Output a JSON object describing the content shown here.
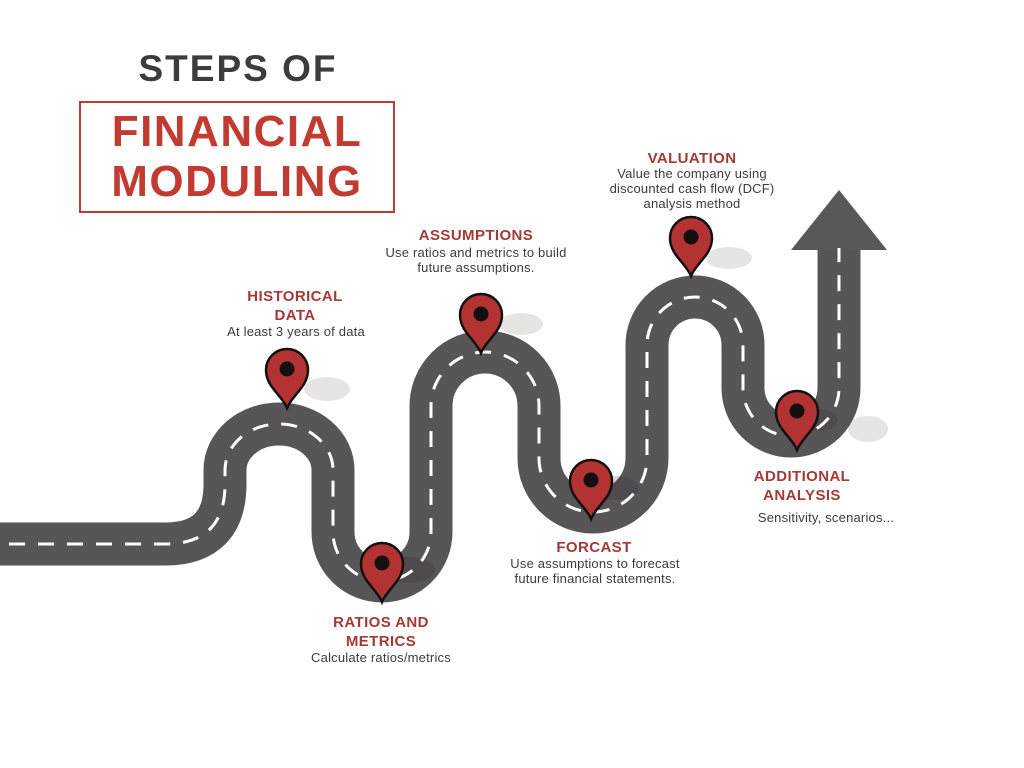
{
  "title": {
    "kicker": "STEPS OF",
    "line1": "FINANCIAL",
    "line2": "MODULING"
  },
  "steps": [
    {
      "id": "historical-data",
      "title": "HISTORICAL DATA",
      "description": "At least 3 years of data"
    },
    {
      "id": "ratios-and-metrics",
      "title": "RATIOS AND METRICS",
      "description": "Calculate ratios/metrics"
    },
    {
      "id": "assumptions",
      "title": "ASSUMPTIONS",
      "description": "Use ratios and metrics to build future assumptions."
    },
    {
      "id": "forcast",
      "title": "FORCAST",
      "description": "Use assumptions to forecast future financial statements."
    },
    {
      "id": "valuation",
      "title": "VALUATION",
      "description": "Value the company using discounted cash flow (DCF) analysis method"
    },
    {
      "id": "additional-analysis",
      "title": "ADDITIONAL ANALYSIS",
      "description": "Sensitivity, scenarios..."
    }
  ],
  "colors": {
    "background": "#ffffff",
    "title_dark": "#3e3b3c",
    "accent_red": "#c23b31",
    "heading_red": "#a43a35",
    "body_text": "#3d3a3b",
    "road_gray": "#585558",
    "arrow_gray": "#5a575a",
    "pin_red": "#b23331",
    "pin_outline": "#141011",
    "lane_line": "#ffffff",
    "shadow_light": "#e7e5e3"
  }
}
